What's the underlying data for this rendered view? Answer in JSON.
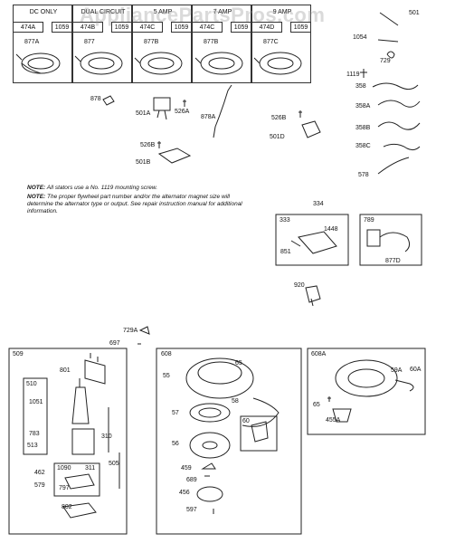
{
  "watermark": "AppliancePartsPros.com",
  "stators": {
    "ranges": [
      {
        "name": "DC ONLY",
        "code": "474A",
        "screw": "1059",
        "part": "877A"
      },
      {
        "name": "DUAL CIRCUIT",
        "code": "474B",
        "screw": "1059",
        "part": "877"
      },
      {
        "name": "5 AMP",
        "code": "474C",
        "screw": "1059",
        "part": "877B"
      },
      {
        "name": "7 AMP",
        "code": "474C",
        "screw": "1059",
        "part": "877B"
      },
      {
        "name": "9 AMP",
        "code": "474D",
        "screw": "1059",
        "part": "877C"
      }
    ]
  },
  "callouts": {
    "p1054": "1054",
    "p729": "729",
    "p1119": "1119",
    "p358": "358",
    "p358a": "358A",
    "p358b": "358B",
    "p358c": "358C",
    "p578": "578",
    "p878": "878",
    "p501a": "501A",
    "p526a": "526A",
    "p878a": "878A",
    "p526b": "526B",
    "p501d": "501D",
    "p526b2": "526B",
    "p501b": "501B",
    "p334": "334",
    "p333": "333",
    "p1448": "1448",
    "p851": "851",
    "p789": "789",
    "p877d": "877D",
    "p920": "920",
    "p729a": "729A",
    "p697": "697",
    "p501": "501"
  },
  "notes": {
    "note1_prefix": "NOTE:",
    "note1_text": " All stators use a No. 1119 mounting screw.",
    "note2_prefix": "NOTE:",
    "note2_text": " The proper flywheel part number and/or the alternator magnet size will determine the alternator type or output. See repair instruction manual for additional information."
  },
  "starter": {
    "box": "509",
    "p801": "801",
    "sub": "510",
    "p1051": "1051",
    "p783": "783",
    "p513": "513",
    "p310": "310",
    "p505": "505",
    "p462": "462",
    "p579": "579",
    "sub2": "1090",
    "p311": "311",
    "p797": "797",
    "p802": "802"
  },
  "recoil": {
    "box": "608",
    "p65": "65",
    "p55": "55",
    "p58": "58",
    "p57": "57",
    "p56": "56",
    "sub": "60",
    "p459": "459",
    "p689": "689",
    "p456": "456",
    "p597": "597"
  },
  "recoil2": {
    "box": "608A",
    "p59a": "59A",
    "p60a": "60A",
    "p65": "65",
    "p455a": "455A"
  }
}
